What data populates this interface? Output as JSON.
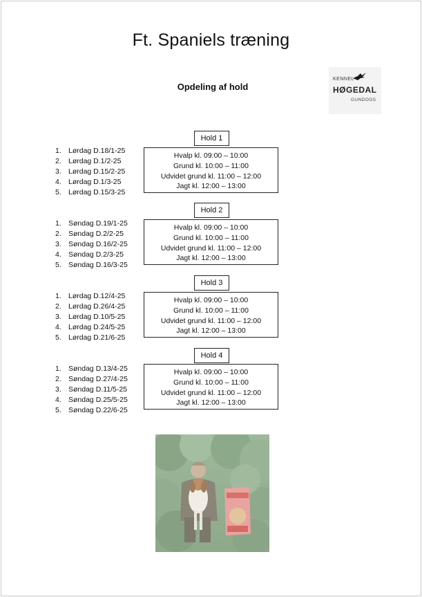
{
  "title": "Ft. Spaniels træning",
  "subtitle": "Opdeling af hold",
  "logo": {
    "line1": "KENNEL",
    "line2": "HØGEDAL",
    "line3": "GUNDOGS"
  },
  "holds": [
    {
      "label": "Hold 1",
      "dates": [
        "Lørdag D.18/1-25",
        "Lørdag D.1/2-25",
        "Lørdag D.15/2-25",
        "Lørdag D.1/3-25",
        "Lørdag D.15/3-25"
      ],
      "times": [
        "Hvalp kl. 09:00 – 10:00",
        "Grund kl. 10:00 – 11:00",
        "Udvidet grund kl. 11:00 – 12:00",
        "Jagt kl. 12:00 – 13:00"
      ]
    },
    {
      "label": "Hold 2",
      "dates": [
        "Søndag D.19/1-25",
        "Søndag D.2/2-25",
        "Søndag D.16/2-25",
        "Søndag D.2/3-25",
        "Søndag D.16/3-25"
      ],
      "times": [
        "Hvalp kl. 09:00 – 10:00",
        "Grund kl. 10:00 – 11:00",
        "Udvidet grund kl. 11:00 – 12:00",
        "Jagt kl. 12:00 – 13:00"
      ]
    },
    {
      "label": "Hold 3",
      "dates": [
        "Lørdag D.12/4-25",
        "Lørdag D.26/4-25",
        "Lørdag D.10/5-25",
        "Lørdag D.24/5-25",
        "Lørdag D.21/6-25"
      ],
      "times": [
        "Hvalp kl. 09:00 – 10:00",
        "Grund kl. 10:00 – 11:00",
        "Udvidet grund kl. 11:00 – 12:00",
        "Jagt kl. 12:00 – 13:00"
      ]
    },
    {
      "label": "Hold 4",
      "dates": [
        "Søndag D.13/4-25",
        "Søndag D.27/4-25",
        "Søndag D.11/5-25",
        "Søndag D.25/5-25",
        "Søndag D.22/6-25"
      ],
      "times": [
        "Hvalp kl. 09:00 – 10:00",
        "Grund kl. 10:00 – 11:00",
        "Udvidet grund kl. 11:00 – 12:00",
        "Jagt kl. 12:00 – 13:00"
      ]
    }
  ]
}
